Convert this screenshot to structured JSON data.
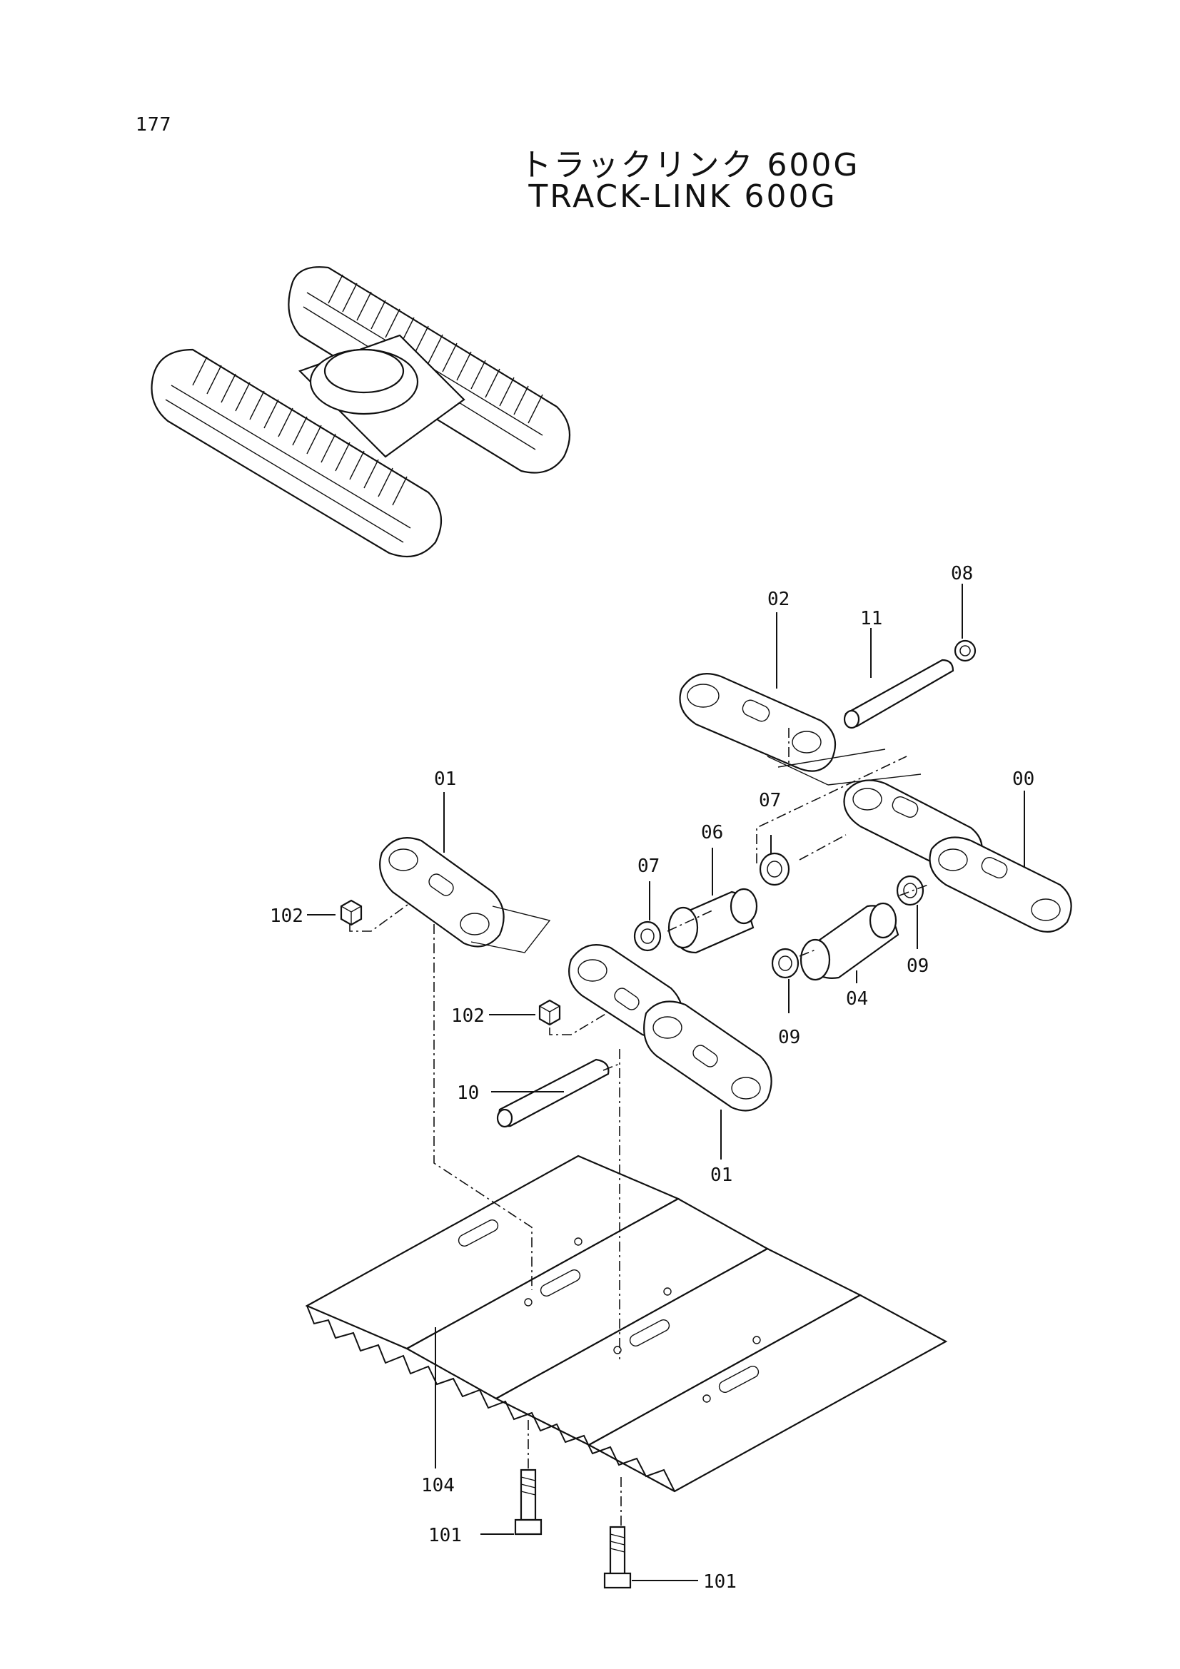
{
  "page_number": "177",
  "title_jp": "トラックリンク 600G",
  "title_en": "TRACK-LINK  600G",
  "callouts": {
    "c00": "00",
    "c01a": "01",
    "c01b": "01",
    "c02": "02",
    "c04": "04",
    "c06": "06",
    "c07a": "07",
    "c07b": "07",
    "c08": "08",
    "c09a": "09",
    "c09b": "09",
    "c10": "10",
    "c11": "11",
    "c101a": "101",
    "c101b": "101",
    "c102a": "102",
    "c102b": "102",
    "c104": "104"
  }
}
